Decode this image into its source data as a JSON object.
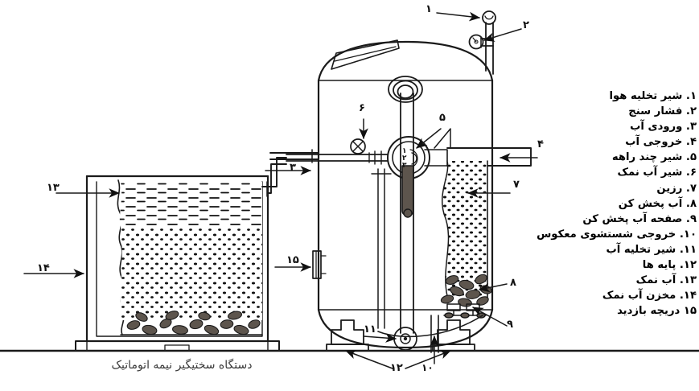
{
  "figure": {
    "caption": "دستگاه سختیگیر نیمه اتوماتیک",
    "background_color": "#ffffff",
    "ink_color": "#1a1a1a",
    "fill_gray": "#6b6259"
  },
  "legend": {
    "items": [
      {
        "num": "۱.",
        "label": "شیر تخلیه هوا",
        "text": "۱. شیر تخلیه هوا"
      },
      {
        "num": "۲.",
        "label": "فشار سنج",
        "text": "۲. فشار سنج"
      },
      {
        "num": "۳.",
        "label": "ورودی آب",
        "text": "۳. ورودی آب"
      },
      {
        "num": "۴.",
        "label": "خروجی آب",
        "text": "۴. خروجی آب"
      },
      {
        "num": "۵.",
        "label": "شیر چند راهه",
        "text": "۵. شیر چند راهه"
      },
      {
        "num": "۶.",
        "label": "شیر آب نمک",
        "text": "۶. شیر آب نمک"
      },
      {
        "num": "۷.",
        "label": "رزین",
        "text": "۷. رزین"
      },
      {
        "num": "۸.",
        "label": "آب پخش کن",
        "text": "۸. آب پخش کن"
      },
      {
        "num": "۹.",
        "label": "صفحه آب پخش کن",
        "text": "۹. صفحه آب پخش کن"
      },
      {
        "num": "۱۰.",
        "label": "خروجی شستشوی معکوس",
        "text": "۱۰. خروجی شستشوی معکوس"
      },
      {
        "num": "۱۱.",
        "label": "شیر تخلیه آب",
        "text": "۱۱. شیر تخلیه آب"
      },
      {
        "num": "۱۲.",
        "label": "پایه ها",
        "text": "۱۲. پایه ها"
      },
      {
        "num": "۱۳.",
        "label": "آب نمک",
        "text": "۱۳. آب نمک"
      },
      {
        "num": "۱۴.",
        "label": "مخزن آب نمک",
        "text": "۱۴. مخزن آب نمک"
      },
      {
        "num": "۱۵",
        "label": "دریچه بازدید",
        "text": "۱۵ دریچه بازدید"
      }
    ]
  },
  "callouts": {
    "c1": "۱",
    "c2": "۲",
    "c3": "۳",
    "c4": "۴",
    "c5": "۵",
    "c6": "۶",
    "c7": "۷",
    "c8": "۸",
    "c9": "۹",
    "c10": "۱۰",
    "c11": "۱۱",
    "c12": "۱۲",
    "c13": "۱۳",
    "c14": "۱۴",
    "c15": "۱۵"
  },
  "valve_positions": {
    "p1": "۱",
    "p2": "۲",
    "p3": "۳"
  }
}
